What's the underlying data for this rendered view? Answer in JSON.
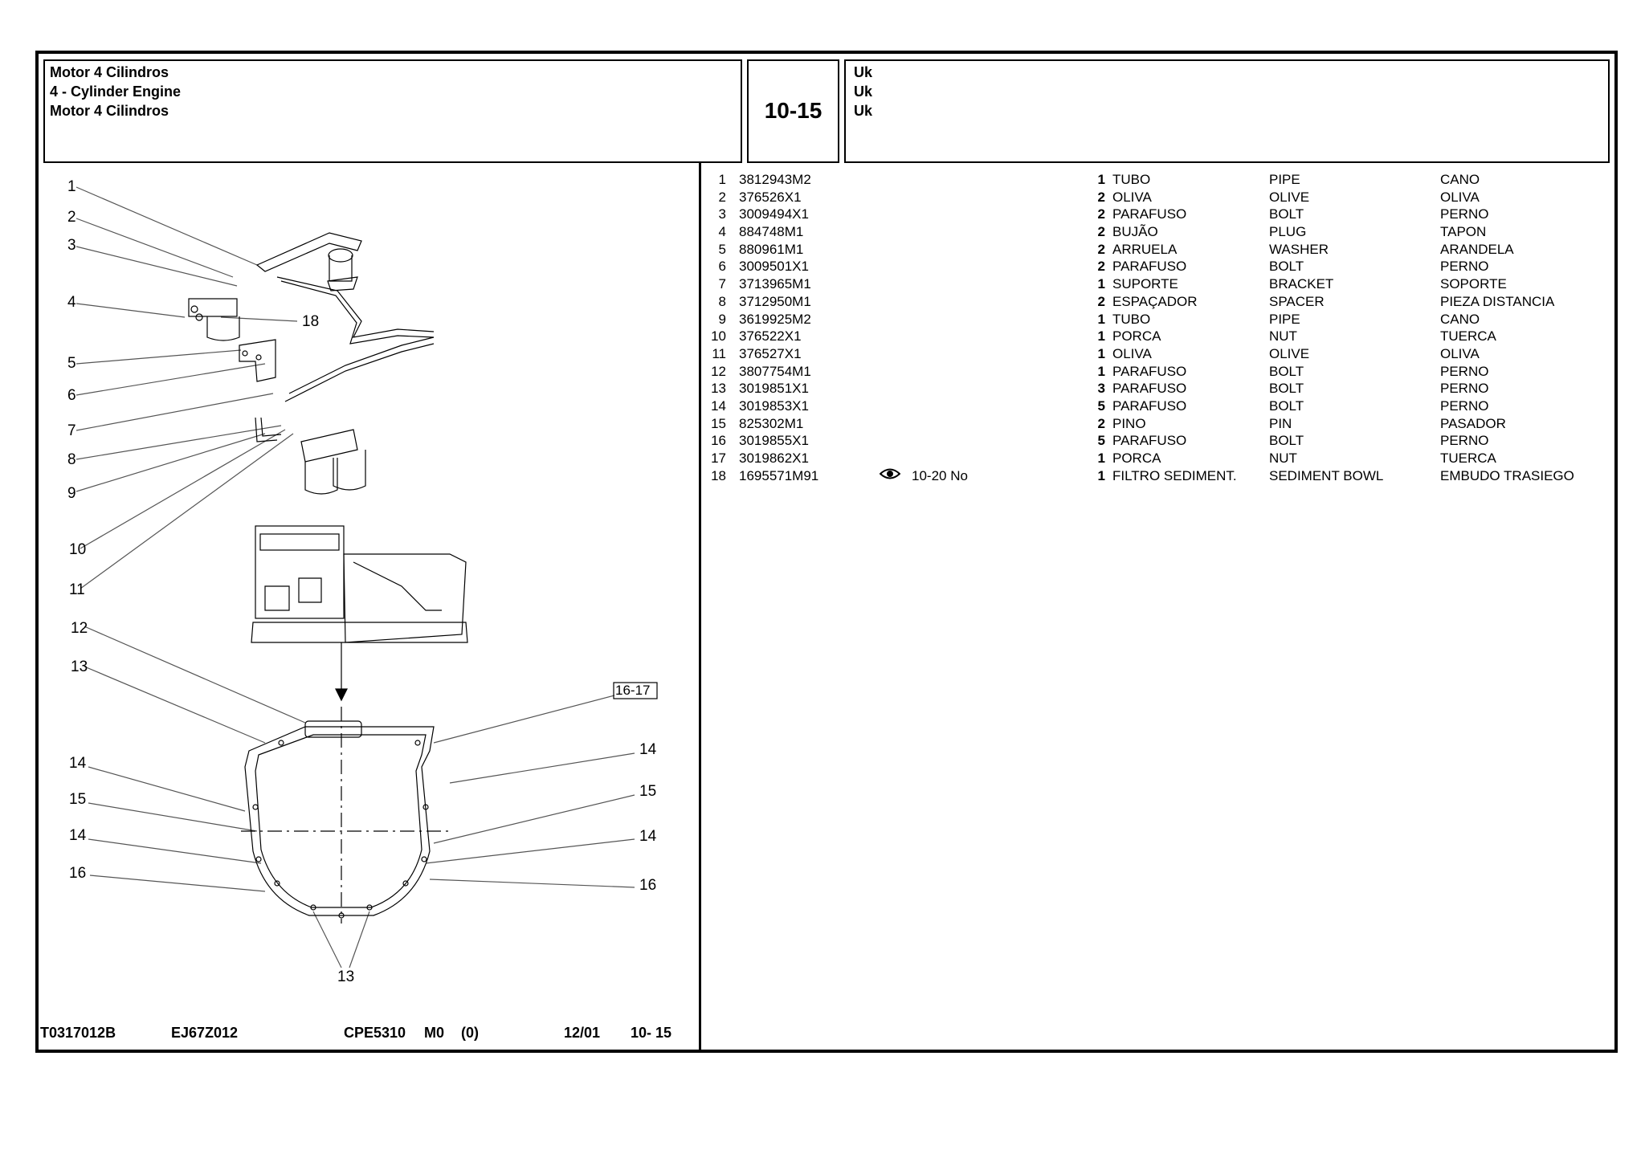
{
  "header": {
    "title_lines": [
      "Motor 4 Cilindros",
      "4 - Cylinder Engine",
      "Motor 4 Cilindros"
    ],
    "page_code": "10-15",
    "desc_lines": [
      "Uk",
      "Uk",
      "Uk"
    ]
  },
  "footer": {
    "ref": "T0317012B",
    "illustration": "EJ67Z012",
    "model": "CPE5310",
    "m": "M0",
    "paren": "(0)",
    "date": "12/01",
    "page": "10- 15"
  },
  "callouts": {
    "c1": "1",
    "c2": "2",
    "c3": "3",
    "c4": "4",
    "c5": "5",
    "c6": "6",
    "c7": "7",
    "c8": "8",
    "c9": "9",
    "c10": "10",
    "c11": "11",
    "c12": "12",
    "c13a": "13",
    "c14a": "14",
    "c15a": "15",
    "c14b": "14",
    "c16a": "16",
    "c18": "18",
    "c14c": "14",
    "c15b": "15",
    "c14d": "14",
    "c16b": "16",
    "c13b": "13",
    "ref_box": "16-17"
  },
  "parts": [
    {
      "no": "1",
      "part": "3812943M2",
      "note": "",
      "qty": "1",
      "pt": "TUBO",
      "en": "PIPE",
      "es": "CANO"
    },
    {
      "no": "2",
      "part": "376526X1",
      "note": "",
      "qty": "2",
      "pt": "OLIVA",
      "en": "OLIVE",
      "es": "OLIVA"
    },
    {
      "no": "3",
      "part": "3009494X1",
      "note": "",
      "qty": "2",
      "pt": "PARAFUSO",
      "en": "BOLT",
      "es": "PERNO"
    },
    {
      "no": "4",
      "part": "884748M1",
      "note": "",
      "qty": "2",
      "pt": "BUJÃO",
      "en": "PLUG",
      "es": "TAPON"
    },
    {
      "no": "5",
      "part": "880961M1",
      "note": "",
      "qty": "2",
      "pt": "ARRUELA",
      "en": "WASHER",
      "es": "ARANDELA"
    },
    {
      "no": "6",
      "part": "3009501X1",
      "note": "",
      "qty": "2",
      "pt": "PARAFUSO",
      "en": "BOLT",
      "es": "PERNO"
    },
    {
      "no": "7",
      "part": "3713965M1",
      "note": "",
      "qty": "1",
      "pt": "SUPORTE",
      "en": "BRACKET",
      "es": "SOPORTE"
    },
    {
      "no": "8",
      "part": "3712950M1",
      "note": "",
      "qty": "2",
      "pt": "ESPAÇADOR",
      "en": "SPACER",
      "es": "PIEZA DISTANCIA"
    },
    {
      "no": "9",
      "part": "3619925M2",
      "note": "",
      "qty": "1",
      "pt": "TUBO",
      "en": "PIPE",
      "es": "CANO"
    },
    {
      "no": "10",
      "part": "376522X1",
      "note": "",
      "qty": "1",
      "pt": "PORCA",
      "en": "NUT",
      "es": "TUERCA"
    },
    {
      "no": "11",
      "part": "376527X1",
      "note": "",
      "qty": "1",
      "pt": "OLIVA",
      "en": "OLIVE",
      "es": "OLIVA"
    },
    {
      "no": "12",
      "part": "3807754M1",
      "note": "",
      "qty": "1",
      "pt": "PARAFUSO",
      "en": "BOLT",
      "es": "PERNO"
    },
    {
      "no": "13",
      "part": "3019851X1",
      "note": "",
      "qty": "3",
      "pt": "PARAFUSO",
      "en": "BOLT",
      "es": "PERNO"
    },
    {
      "no": "14",
      "part": "3019853X1",
      "note": "",
      "qty": "5",
      "pt": "PARAFUSO",
      "en": "BOLT",
      "es": "PERNO"
    },
    {
      "no": "15",
      "part": "825302M1",
      "note": "",
      "qty": "2",
      "pt": "PINO",
      "en": "PIN",
      "es": "PASADOR"
    },
    {
      "no": "16",
      "part": "3019855X1",
      "note": "",
      "qty": "5",
      "pt": "PARAFUSO",
      "en": "BOLT",
      "es": "PERNO"
    },
    {
      "no": "17",
      "part": "3019862X1",
      "note": "",
      "qty": "1",
      "pt": "PORCA",
      "en": "NUT",
      "es": "TUERCA"
    },
    {
      "no": "18",
      "part": "1695571M91",
      "note": "10-20 No",
      "qty": "1",
      "pt": "FILTRO SEDIMENT.",
      "en": "SEDIMENT BOWL",
      "es": "EMBUDO TRASIEGO"
    }
  ]
}
